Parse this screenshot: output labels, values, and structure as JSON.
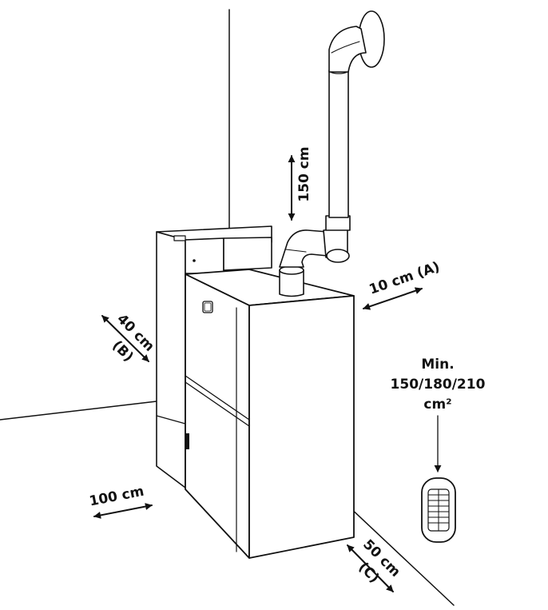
{
  "labels": {
    "flue_rise": "150 cm",
    "rear_clearance": "10 cm (A)",
    "side_clearance": "40 cm",
    "side_clearance_code": "(B)",
    "front_clearance": "100 cm",
    "right_clearance": "50 cm",
    "right_clearance_code": "(C)",
    "vent_min": "Min.",
    "vent_values": "150/180/210",
    "vent_unit": "cm²"
  },
  "colors": {
    "line": "#111111",
    "background": "#ffffff"
  }
}
